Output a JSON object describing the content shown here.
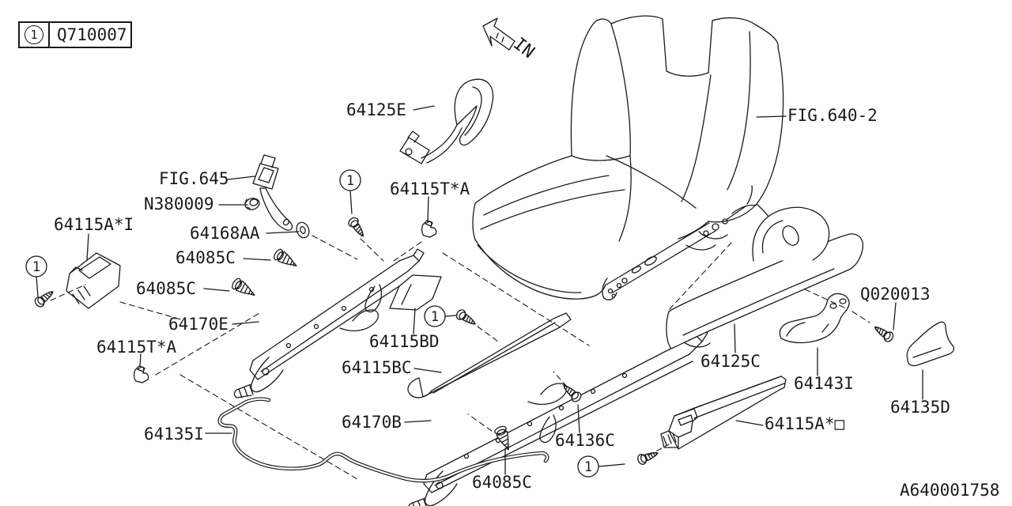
{
  "legend": {
    "callout": "1",
    "code": "Q710007"
  },
  "orientation": {
    "label": "IN"
  },
  "callouts": {
    "symbol": "1"
  },
  "parts": {
    "belt_guide_cover": "64125E",
    "seat_figure_ref": "FIG.640-2",
    "buckle_figure_ref": "FIG.645",
    "nut": "N380009",
    "cover_inner": "64115A*I",
    "washer": "64168AA",
    "cap_a": "64085C",
    "cap_b": "64085C",
    "cap_c": "64085C",
    "rail_outer": "64170E",
    "hook_upper": "64115T*A",
    "hook_lower": "64115T*A",
    "cover_bd": "64115BD",
    "slide_bc": "64115BC",
    "wire": "64135I",
    "rail_inner": "64170B",
    "screw_c": "64136C",
    "cover_side": "64125C",
    "lever": "64143I",
    "screw_q": "Q020013",
    "cover_d": "64135D",
    "cover_outer_strip": "64115A*□"
  },
  "footer": {
    "drawing_number": "A640001758"
  },
  "colors": {
    "line": "#1a1a1a",
    "background": "#ffffff"
  }
}
